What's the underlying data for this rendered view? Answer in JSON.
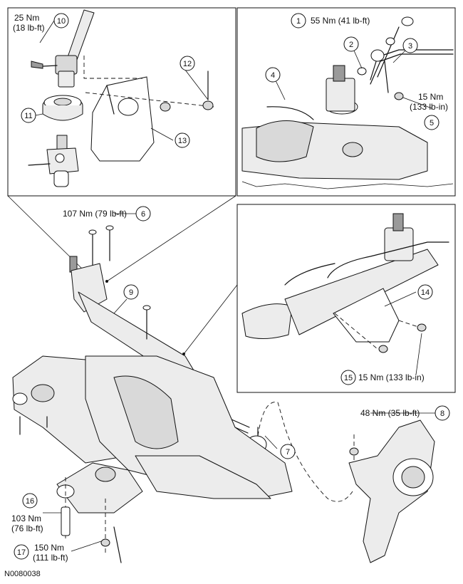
{
  "figure_id": "N0080038",
  "callouts": [
    {
      "num": "1",
      "lines": [
        "55 Nm (41 lb-ft)"
      ]
    },
    {
      "num": "2",
      "lines": []
    },
    {
      "num": "3",
      "lines": []
    },
    {
      "num": "4",
      "lines": []
    },
    {
      "num": "5",
      "lines": [
        "15 Nm",
        "(133 lb-in)"
      ]
    },
    {
      "num": "6",
      "lines": [
        "107 Nm (79 lb-ft)"
      ]
    },
    {
      "num": "7",
      "lines": []
    },
    {
      "num": "8",
      "lines": [
        "48 Nm (35 lb-ft)"
      ]
    },
    {
      "num": "9",
      "lines": []
    },
    {
      "num": "10",
      "lines": [
        "25 Nm",
        "(18 lb-ft)"
      ]
    },
    {
      "num": "11",
      "lines": []
    },
    {
      "num": "12",
      "lines": []
    },
    {
      "num": "13",
      "lines": []
    },
    {
      "num": "14",
      "lines": []
    },
    {
      "num": "15",
      "lines": [
        "15 Nm (133 lb-in)"
      ]
    },
    {
      "num": "16",
      "lines": [
        "103 Nm",
        "(76 lb-ft)"
      ]
    },
    {
      "num": "17",
      "lines": [
        "150 Nm",
        "(111 lb-ft)"
      ]
    }
  ]
}
